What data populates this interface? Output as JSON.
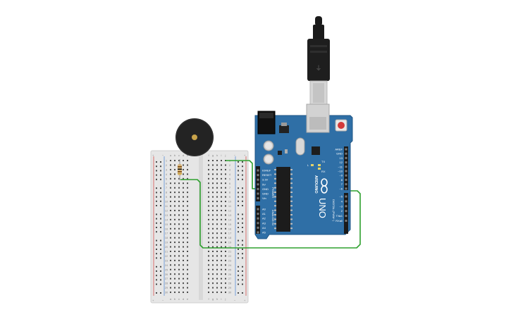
{
  "breadboard": {
    "column_letters_left": [
      "a",
      "b",
      "c",
      "d",
      "e"
    ],
    "column_letters_right": [
      "f",
      "g",
      "h",
      "i",
      "j"
    ],
    "rail_plus": "+",
    "rail_minus": "−",
    "row_count": 30
  },
  "arduino": {
    "brand": "ARDUINO",
    "model": "UNO",
    "power_pins": [
      "IOREF",
      "RESET",
      "3.3V",
      "5V",
      "GND",
      "GND",
      "Vin"
    ],
    "power_header_label": "POWER",
    "analog_pins": [
      "A0",
      "A1",
      "A2",
      "A3",
      "A4",
      "A5"
    ],
    "analog_header_label": "ANALOG IN",
    "digital_pins": [
      "AREF",
      "GND",
      "13",
      "12",
      "~11",
      "~10",
      "~9",
      "8",
      "7",
      "~6",
      "~5",
      "4",
      "~3",
      "2",
      "TX▸1",
      "RX◂0"
    ],
    "digital_header_label": "DIGITAL (PWM~)",
    "led_labels": [
      "L",
      "TX",
      "RX"
    ]
  },
  "colors": {
    "board": "#2f6fa6",
    "board_edge": "#1f5585",
    "breadboard": "#e8e8e8",
    "wire": "#2ea02e",
    "rail_red": "#d9534f",
    "rail_blue": "#5b8fd6",
    "buzzer": "#222222",
    "usb": "#1a1a1a"
  },
  "icons": {
    "buzzer": "piezo-buzzer-icon",
    "resistor": "resistor-icon",
    "usb": "usb-cable-icon",
    "logo": "infinity-logo-icon"
  }
}
